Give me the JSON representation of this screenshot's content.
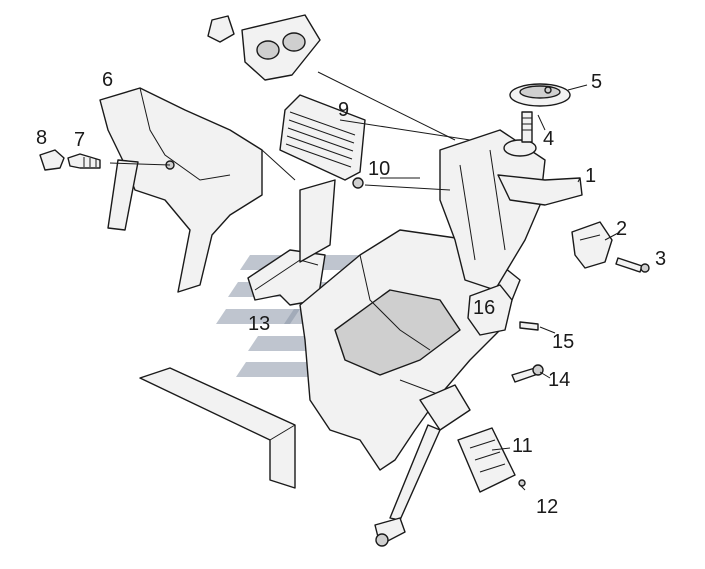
{
  "callouts": [
    {
      "id": "1",
      "label": "1"
    },
    {
      "id": "2",
      "label": "2"
    },
    {
      "id": "3",
      "label": "3"
    },
    {
      "id": "4",
      "label": "4"
    },
    {
      "id": "5",
      "label": "5"
    },
    {
      "id": "6",
      "label": "6"
    },
    {
      "id": "7",
      "label": "7"
    },
    {
      "id": "8",
      "label": "8"
    },
    {
      "id": "9",
      "label": "9"
    },
    {
      "id": "10",
      "label": "10"
    },
    {
      "id": "11",
      "label": "11"
    },
    {
      "id": "12",
      "label": "12"
    },
    {
      "id": "13",
      "label": "13"
    },
    {
      "id": "14",
      "label": "14"
    },
    {
      "id": "15",
      "label": "15"
    },
    {
      "id": "16",
      "label": "16"
    }
  ],
  "colors": {
    "line": "#1a1a1a",
    "fill": "#f2f2f2",
    "watermark": "#8a96a8"
  }
}
